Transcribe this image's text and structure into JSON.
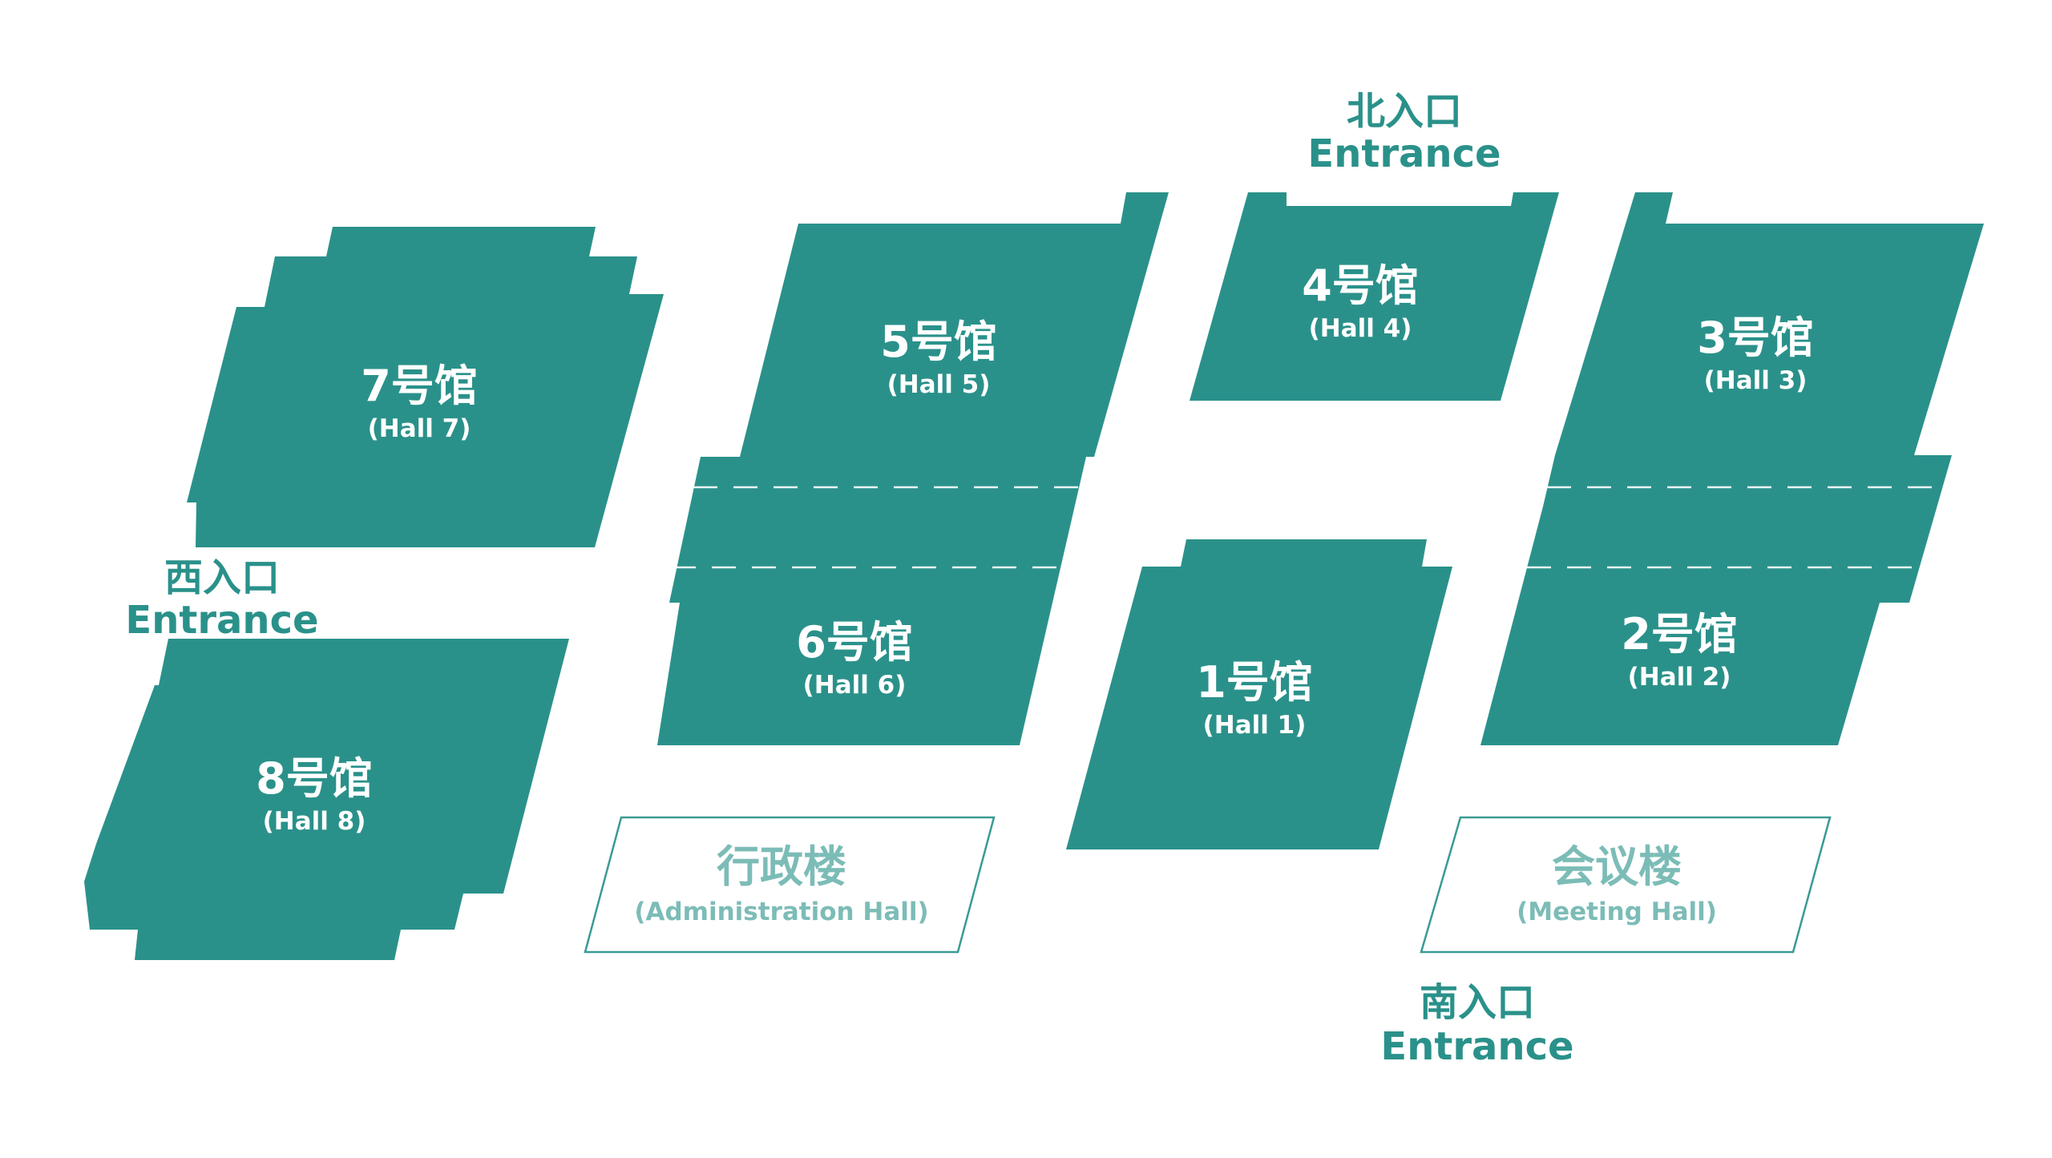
{
  "colors": {
    "hall_fill": "#2a918a",
    "hall_text": "#ffffff",
    "secondary_text": "#7cbcb7",
    "entrance_text": "#2a918a",
    "background": "#ffffff"
  },
  "halls": {
    "hall7": {
      "cn": "7号馆",
      "en": "(Hall 7)"
    },
    "hall5": {
      "cn": "5号馆",
      "en": "(Hall 5)"
    },
    "hall4": {
      "cn": "4号馆",
      "en": "(Hall 4)"
    },
    "hall3": {
      "cn": "3号馆",
      "en": "(Hall 3)"
    },
    "hall6": {
      "cn": "6号馆",
      "en": "(Hall 6)"
    },
    "hall1": {
      "cn": "1号馆",
      "en": "(Hall 1)"
    },
    "hall2": {
      "cn": "2号馆",
      "en": "(Hall 2)"
    },
    "hall8": {
      "cn": "8号馆",
      "en": "(Hall 8)"
    }
  },
  "buildings": {
    "admin": {
      "cn": "行政楼",
      "en": "(Administration Hall)"
    },
    "meeting": {
      "cn": "会议楼",
      "en": "(Meeting Hall)"
    }
  },
  "entrances": {
    "north": {
      "cn": "北入口",
      "en": "Entrance"
    },
    "west": {
      "cn": "西入口",
      "en": "Entrance"
    },
    "south": {
      "cn": "南入口",
      "en": "Entrance"
    }
  }
}
